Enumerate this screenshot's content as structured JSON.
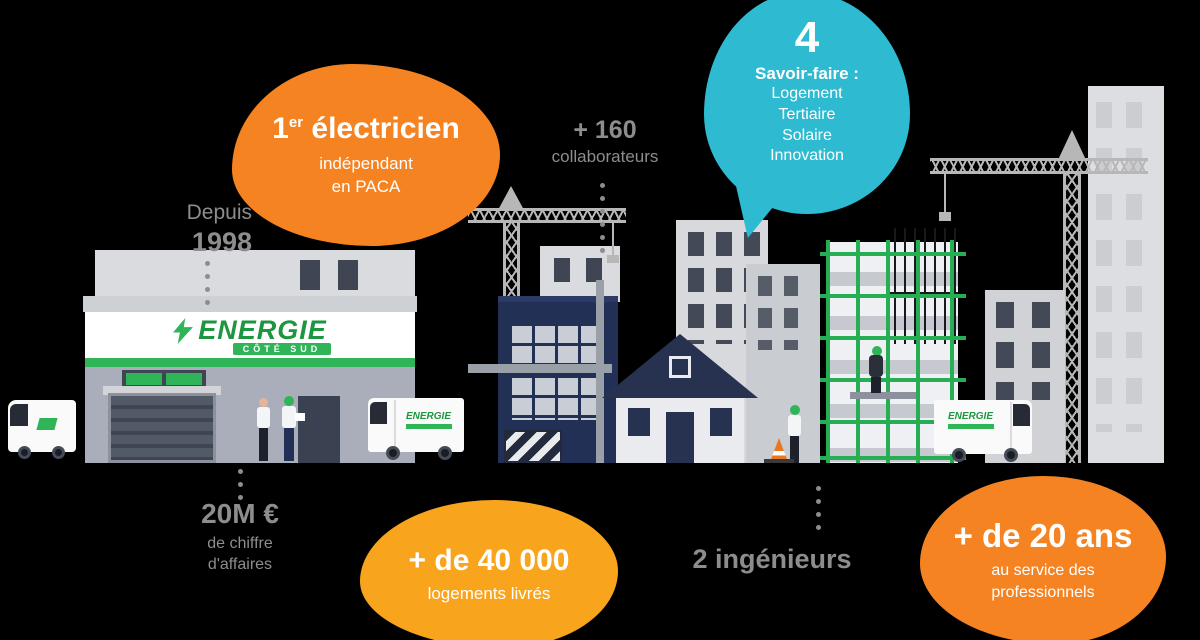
{
  "colors": {
    "orange": "#F58321",
    "amber": "#F9A41D",
    "teal": "#2EBAD0",
    "gray_text": "#8D8D8D",
    "brand_green": "#2FB457",
    "navy": "#223055"
  },
  "badges": {
    "electrician": {
      "number": "1",
      "suffix": "er",
      "rest": " électricien",
      "line2": "indépendant",
      "line3": "en PACA"
    },
    "savoir_faire": {
      "number": "4",
      "title": "Savoir-faire :",
      "items": [
        "Logement",
        "Tertiaire",
        "Solaire",
        "Innovation"
      ]
    },
    "logements": {
      "title": "+ de 40 000",
      "subtitle": "logements livrés"
    },
    "experience": {
      "title": "+ de 20 ans",
      "line2": "au service des",
      "line3": "professionnels"
    }
  },
  "stats": {
    "since": {
      "label": "Depuis",
      "value": "1998"
    },
    "collaborators": {
      "value": "+ 160",
      "label": "collaborateurs"
    },
    "revenue": {
      "value": "20M €",
      "line2": "de chiffre",
      "line3": "d'affaires"
    },
    "engineers": {
      "value": "2 ingénieurs"
    }
  },
  "logo": {
    "name": "ENERGIE",
    "tagline": "CÔTÉ SUD"
  }
}
